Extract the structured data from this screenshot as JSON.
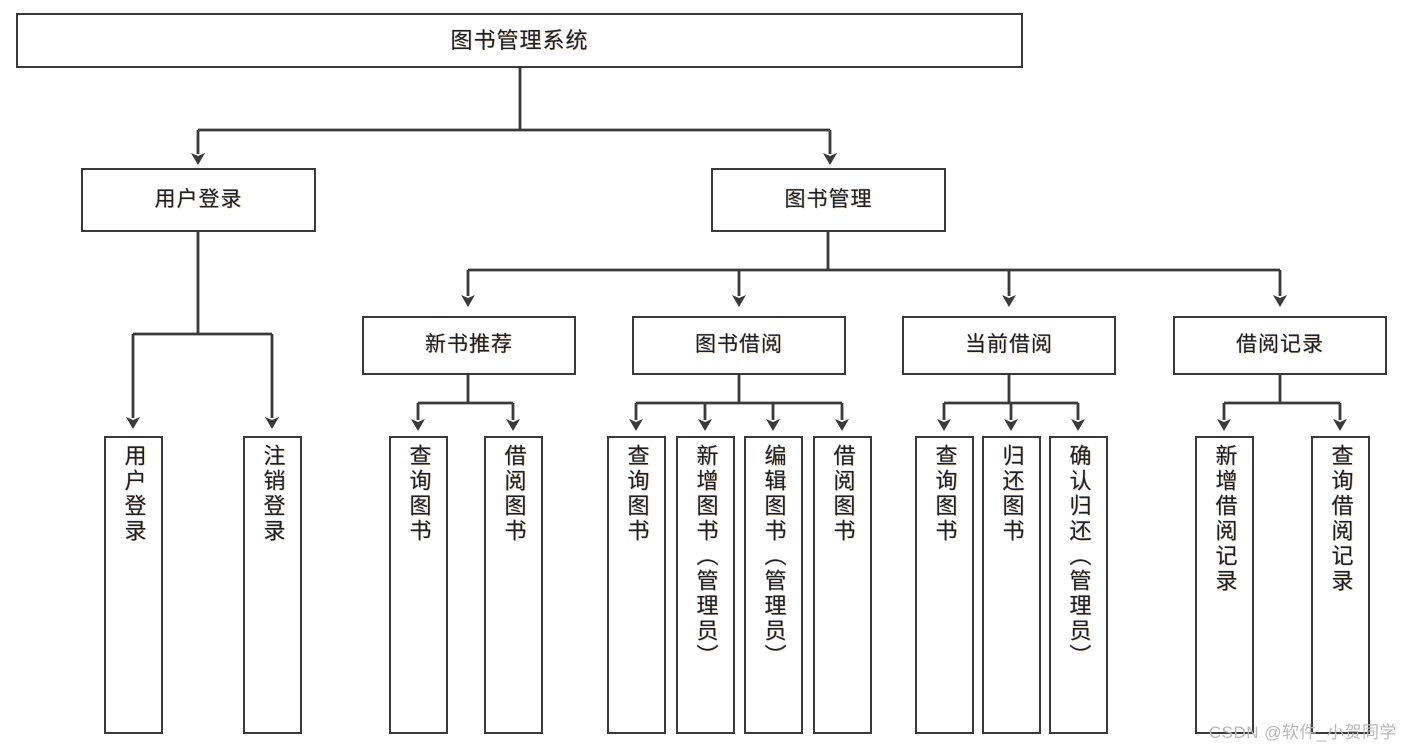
{
  "diagram": {
    "title": "图书管理系统",
    "watermark": "CSDN @软件_小贺同学",
    "line_color": "#3a3a3a",
    "box_fill": "#ffffff",
    "text_color": "#1f1f1f"
  },
  "root": {
    "label": "图书管理系统"
  },
  "level2": [
    {
      "label": "用户登录"
    },
    {
      "label": "图书管理"
    }
  ],
  "level3": [
    {
      "label": "新书推荐"
    },
    {
      "label": "图书借阅"
    },
    {
      "label": "当前借阅"
    },
    {
      "label": "借阅记录"
    }
  ],
  "leaves": {
    "user_login": [
      {
        "label": "用户登录"
      },
      {
        "label": "注销登录"
      }
    ],
    "new_book": [
      {
        "label": "查询图书"
      },
      {
        "label": "借阅图书"
      }
    ],
    "book_borrow": [
      {
        "label": "查询图书"
      },
      {
        "label": "新增图书（管理员）"
      },
      {
        "label": "编辑图书（管理员）"
      },
      {
        "label": "借阅图书"
      }
    ],
    "current_borrow": [
      {
        "label": "查询图书"
      },
      {
        "label": "归还图书"
      },
      {
        "label": "确认归还（管理员）"
      }
    ],
    "borrow_record": [
      {
        "label": "新增借阅记录"
      },
      {
        "label": "查询借阅记录"
      }
    ]
  }
}
